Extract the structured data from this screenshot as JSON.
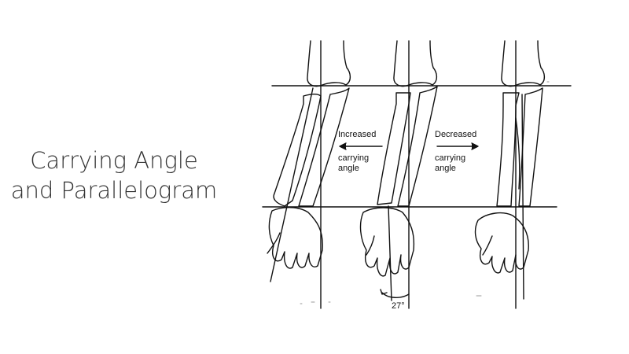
{
  "slide": {
    "title_line1": "Carrying Angle",
    "title_line2": "and Parallelogram"
  },
  "diagram": {
    "labels": {
      "increased": "Increased",
      "increased_sub1": "carrying",
      "increased_sub2": "angle",
      "decreased": "Decreased",
      "decreased_sub1": "carrying",
      "decreased_sub2": "angle",
      "angle_value": "27°"
    },
    "panels": [
      "increased-carrying-angle-forearm",
      "normal-forearm",
      "decreased-carrying-angle-forearm"
    ],
    "line_color": "#111111"
  }
}
